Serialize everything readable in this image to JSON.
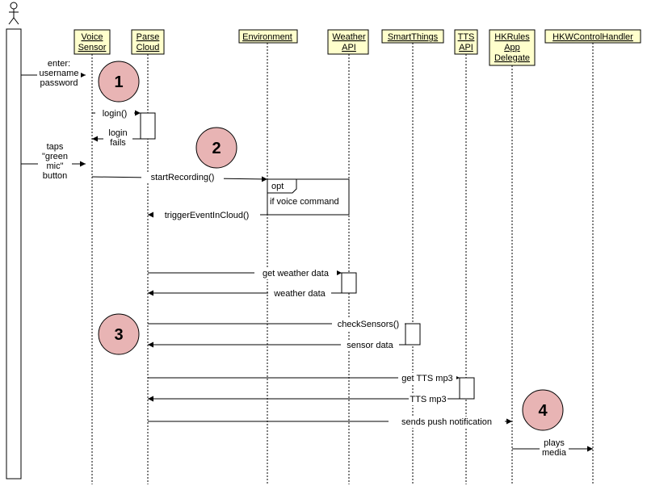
{
  "participants": [
    {
      "id": "voice",
      "lines": [
        "Voice",
        "Sensor"
      ]
    },
    {
      "id": "parse",
      "lines": [
        "Parse",
        "Cloud"
      ]
    },
    {
      "id": "env",
      "lines": [
        "Environment"
      ]
    },
    {
      "id": "weather",
      "lines": [
        "Weather",
        "API"
      ]
    },
    {
      "id": "smart",
      "lines": [
        "SmartThings"
      ]
    },
    {
      "id": "tts",
      "lines": [
        "TTS",
        "API"
      ]
    },
    {
      "id": "hkrules",
      "lines": [
        "HKRules",
        "App",
        "Delegate"
      ]
    },
    {
      "id": "hkw",
      "lines": [
        "HKWControlHandler"
      ]
    }
  ],
  "messages": [
    {
      "id": "enter",
      "lines": [
        "enter:",
        "username",
        "password"
      ]
    },
    {
      "id": "login",
      "lines": [
        "login()"
      ]
    },
    {
      "id": "login-fails",
      "lines": [
        "login",
        "fails"
      ]
    },
    {
      "id": "taps",
      "lines": [
        "taps",
        "\"green",
        "mic\"",
        "button"
      ]
    },
    {
      "id": "start-recording",
      "lines": [
        "startRecording()"
      ]
    },
    {
      "id": "trigger",
      "lines": [
        "triggerEventInCloud()"
      ]
    },
    {
      "id": "get-weather",
      "lines": [
        "get weather data"
      ]
    },
    {
      "id": "weather-data",
      "lines": [
        "weather data"
      ]
    },
    {
      "id": "check-sensors",
      "lines": [
        "checkSensors()"
      ]
    },
    {
      "id": "sensor-data",
      "lines": [
        "sensor data"
      ]
    },
    {
      "id": "get-tts",
      "lines": [
        "get TTS mp3"
      ]
    },
    {
      "id": "tts-mp3",
      "lines": [
        "TTS mp3"
      ]
    },
    {
      "id": "push",
      "lines": [
        "sends push notification"
      ]
    },
    {
      "id": "plays",
      "lines": [
        "plays",
        "media"
      ]
    }
  ],
  "fragment": {
    "operator": "opt",
    "guard": "if voice command"
  },
  "badges": [
    "1",
    "2",
    "3",
    "4"
  ],
  "colors": {
    "participant_fill": "#ffffcc",
    "badge_fill": "#e8b4b4",
    "line": "#000000"
  }
}
